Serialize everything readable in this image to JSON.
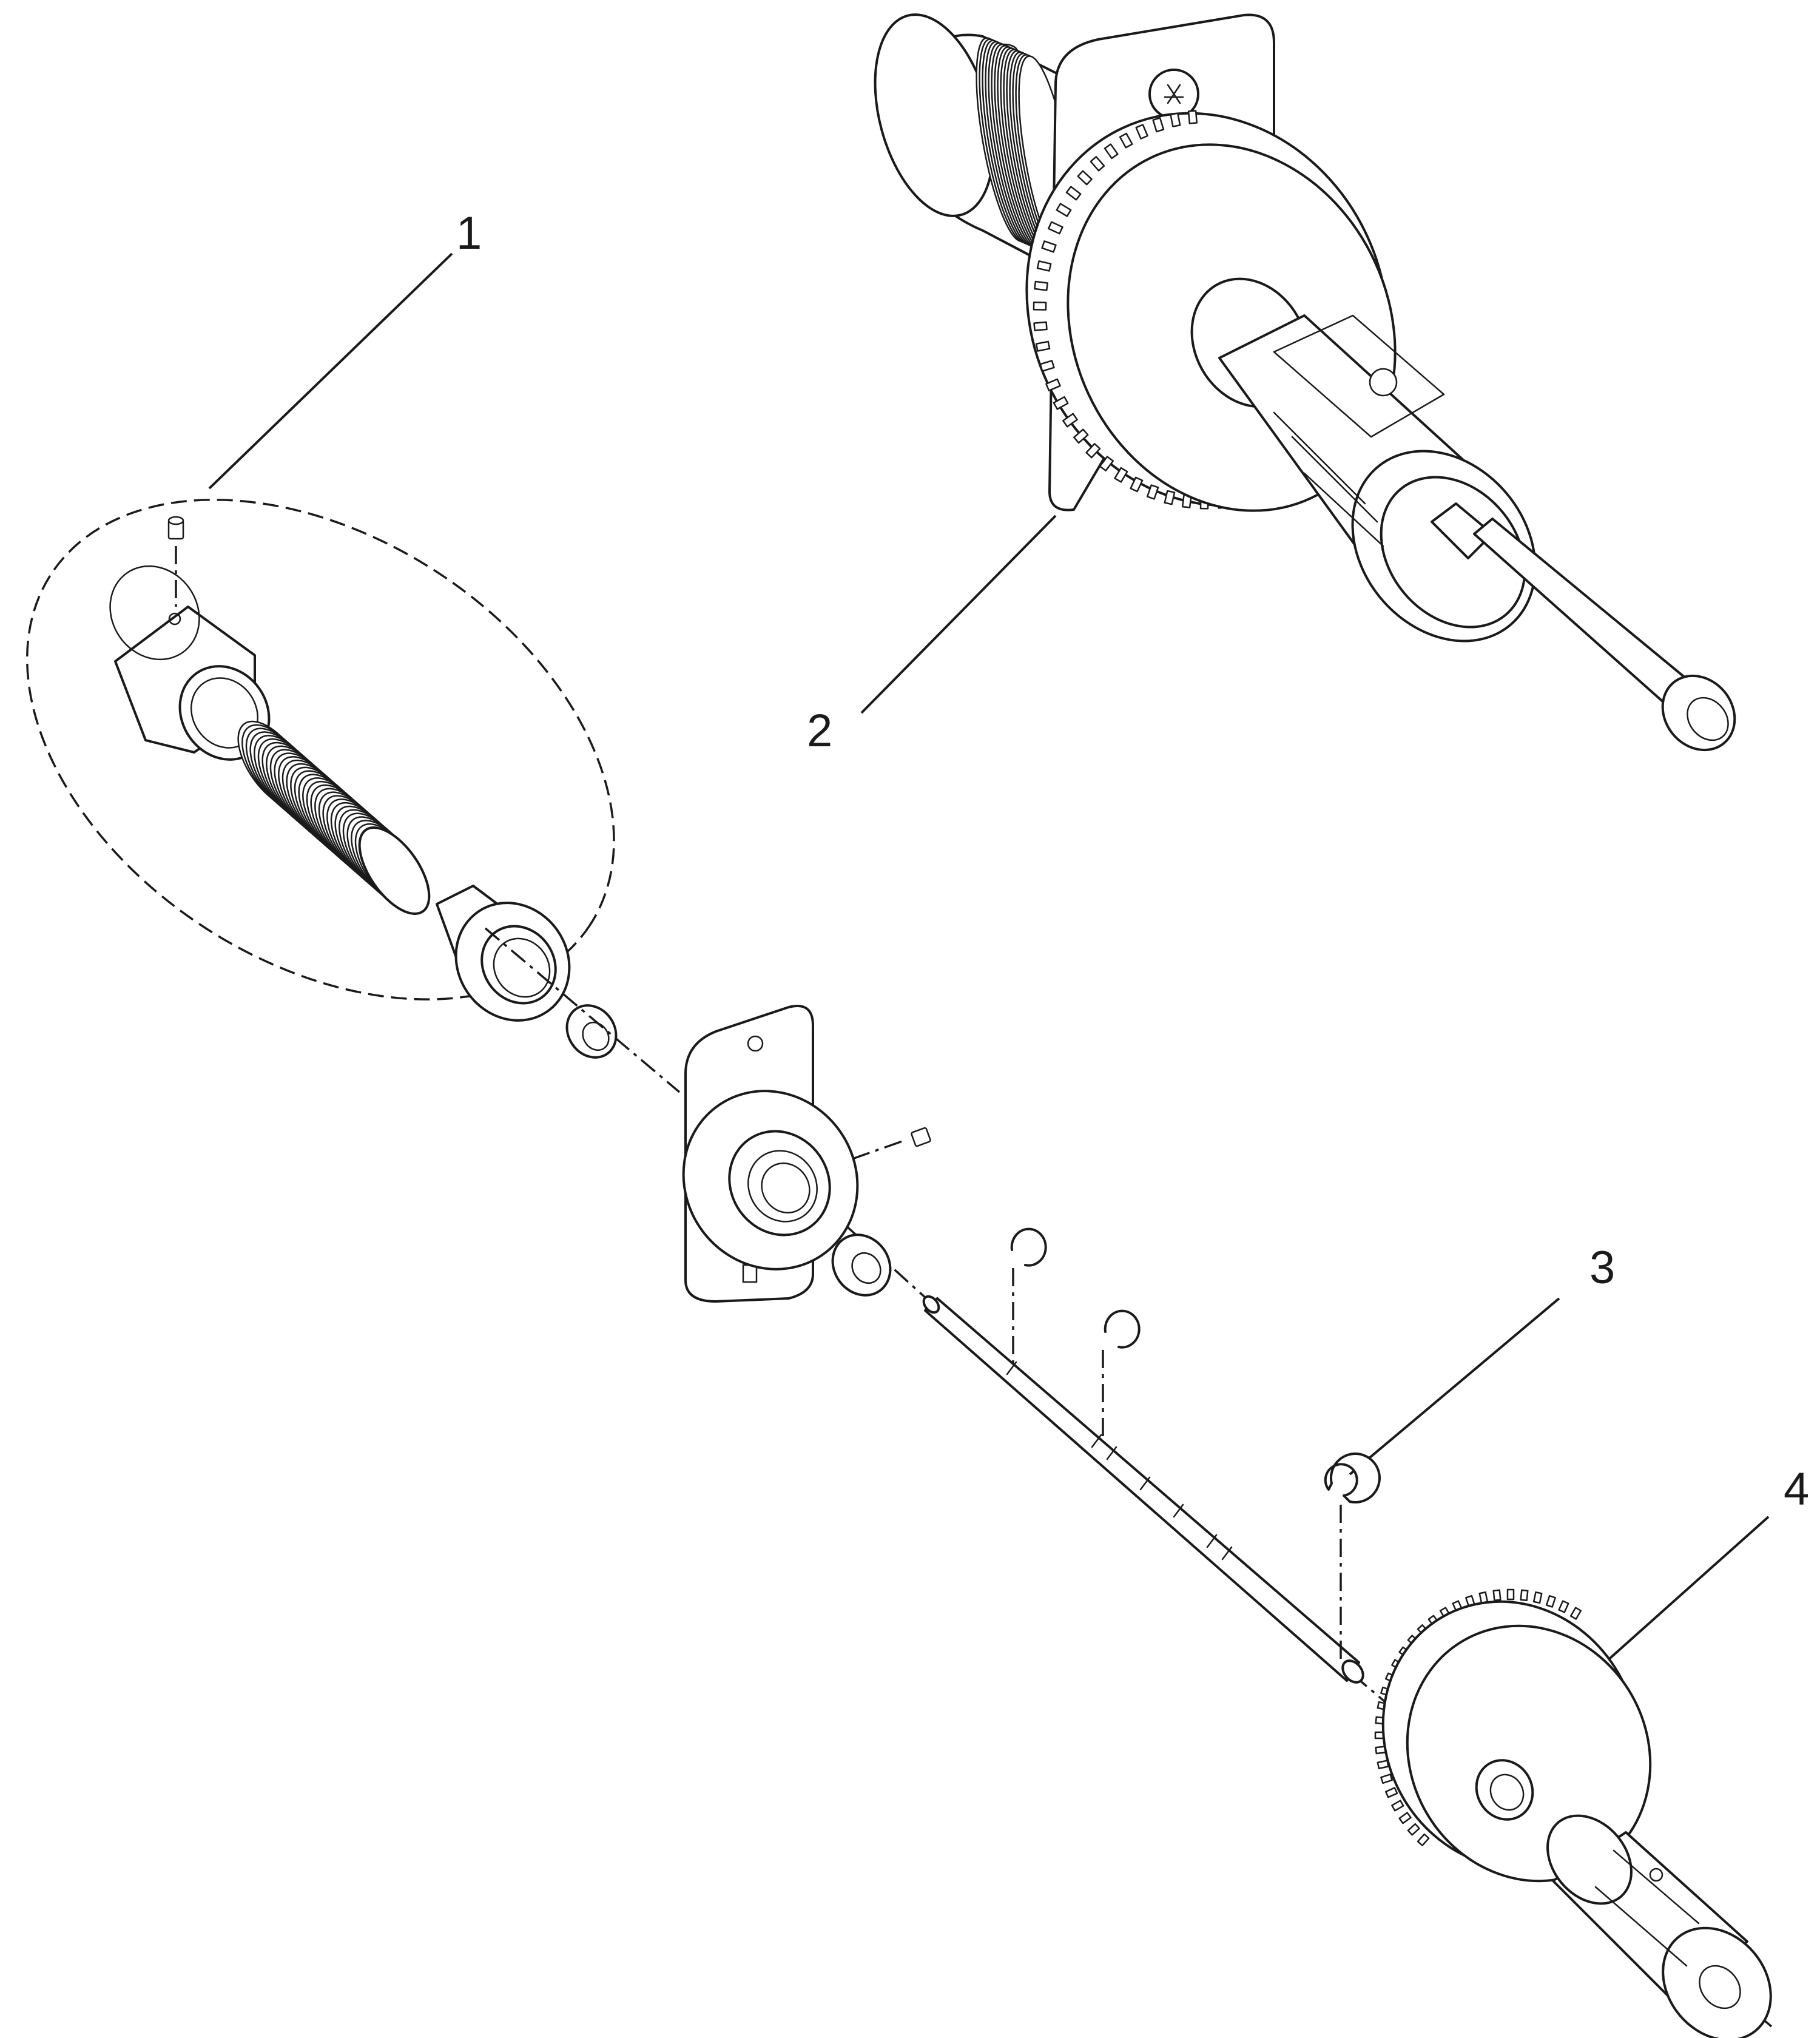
{
  "callouts": [
    {
      "id": "1",
      "label": "1"
    },
    {
      "id": "2",
      "label": "2"
    },
    {
      "id": "3",
      "label": "3"
    },
    {
      "id": "4",
      "label": "4"
    }
  ],
  "colors": {
    "ink": "#1a1a1a",
    "paper": "#ffffff"
  }
}
